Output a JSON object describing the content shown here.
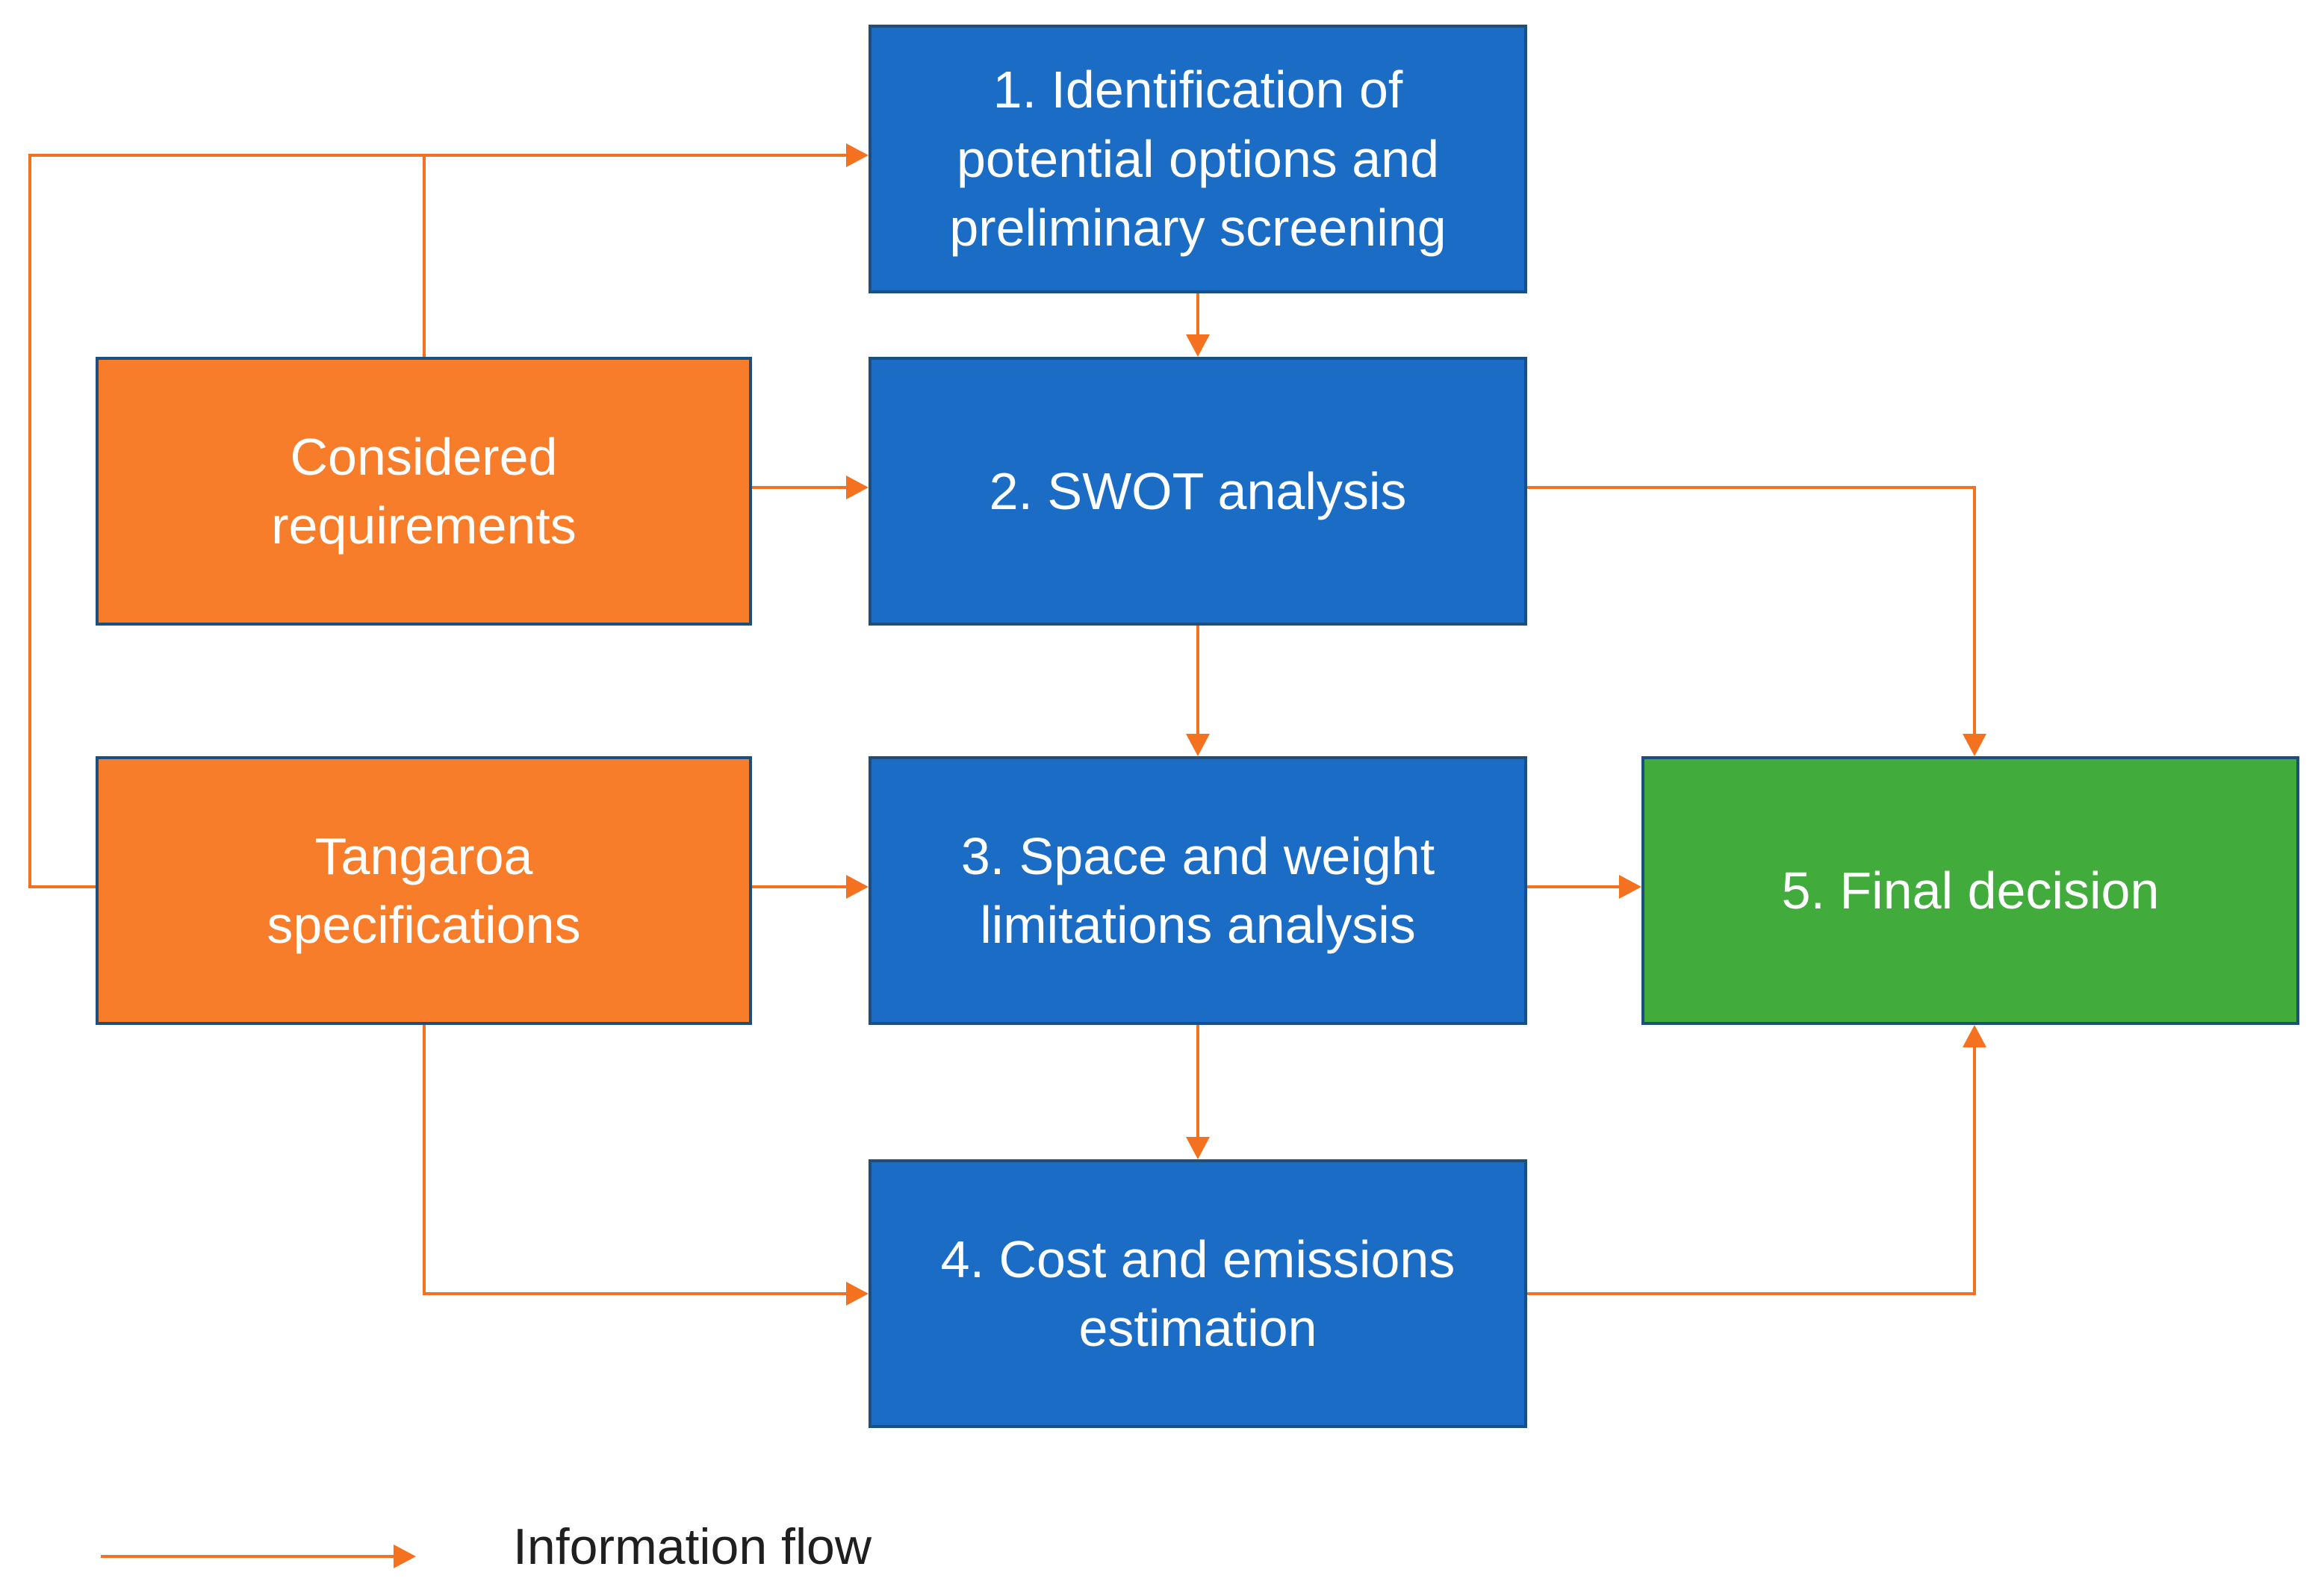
{
  "diagram": {
    "type": "flowchart",
    "nodes": [
      {
        "id": "identification",
        "label": "1. Identification of\npotential options and\npreliminary screening",
        "role": "process",
        "fill": "#1A6CC4"
      },
      {
        "id": "considered",
        "label": "Considered\nrequirements",
        "role": "input",
        "fill": "#F87D2A"
      },
      {
        "id": "swot",
        "label": "2. SWOT analysis",
        "role": "process",
        "fill": "#1A6CC4"
      },
      {
        "id": "tangaroa",
        "label": "Tangaroa\nspecifications",
        "role": "input",
        "fill": "#F87D2A"
      },
      {
        "id": "space",
        "label": "3. Space and weight\nlimitations analysis",
        "role": "process",
        "fill": "#1A6CC4"
      },
      {
        "id": "final",
        "label": "5. Final decision",
        "role": "decision",
        "fill": "#41AC3B"
      },
      {
        "id": "cost",
        "label": "4. Cost and emissions\nestimation",
        "role": "process",
        "fill": "#1A6CC4"
      }
    ],
    "edges": [
      {
        "from": "tangaroa",
        "to": "identification"
      },
      {
        "from": "considered",
        "to": "identification"
      },
      {
        "from": "identification",
        "to": "swot"
      },
      {
        "from": "considered",
        "to": "swot"
      },
      {
        "from": "swot",
        "to": "final"
      },
      {
        "from": "swot",
        "to": "space"
      },
      {
        "from": "tangaroa",
        "to": "space"
      },
      {
        "from": "space",
        "to": "final"
      },
      {
        "from": "space",
        "to": "cost"
      },
      {
        "from": "tangaroa",
        "to": "cost"
      },
      {
        "from": "cost",
        "to": "final"
      }
    ],
    "legend": {
      "label": "Information flow",
      "symbol": "orange-arrow"
    }
  },
  "colors": {
    "blue": "#1A6CC4",
    "orange": "#F87D2A",
    "green": "#41AC3B",
    "node-border": "#1C4E80",
    "arrow": "#F4711F",
    "node-text": "#FFFFFF",
    "legend-text": "#1F1F1F",
    "background": "#FFFFFF"
  }
}
